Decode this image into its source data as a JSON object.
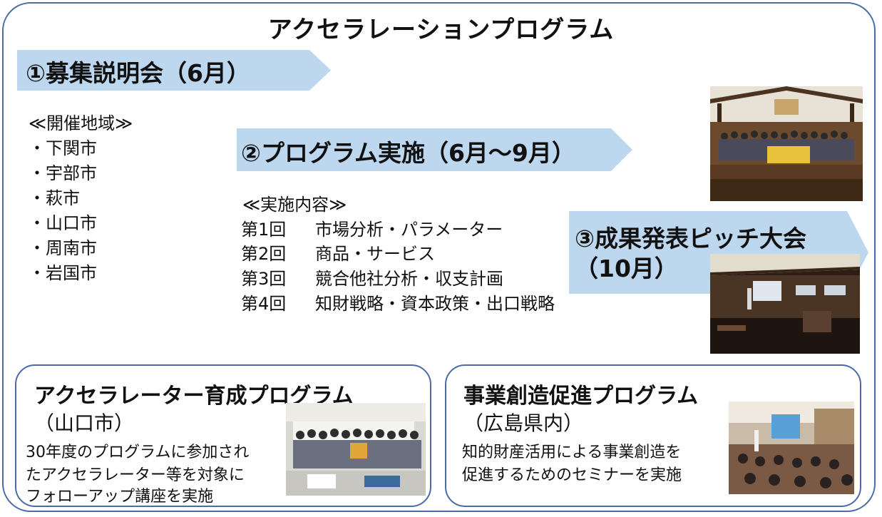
{
  "title": "アクセラレーションプログラム",
  "step1": {
    "label": "①募集説明会（6月）"
  },
  "regions": {
    "heading": "≪開催地域≫",
    "items": [
      "・下関市",
      "・宇部市",
      "・萩市",
      "・山口市",
      "・周南市",
      "・岩国市"
    ]
  },
  "step2": {
    "label": "②プログラム実施（6月～9月）"
  },
  "contents": {
    "heading": "≪実施内容≫",
    "items": [
      {
        "no": "第1回",
        "text": "市場分析・パラメーター"
      },
      {
        "no": "第2回",
        "text": "商品・サービス"
      },
      {
        "no": "第3回",
        "text": "競合他社分析・収支計画"
      },
      {
        "no": "第4回",
        "text": "知財戦略・資本政策・出口戦略"
      }
    ]
  },
  "step3": {
    "label_line1": "③成果発表ピッチ大会",
    "label_line2": "（10月）"
  },
  "box1": {
    "title": "アクセラレーター育成プログラム",
    "sub": "（山口市）",
    "body": [
      "30年度のプログラムに参加され",
      "たアクセラレーター等を対象に",
      "フォローアップ講座を実施"
    ]
  },
  "box2": {
    "title": "事業創造促進プログラム",
    "sub": "（広島県内）",
    "body": [
      "知的財産活用による事業創造を",
      "促進するためのセミナーを実施"
    ]
  },
  "colors": {
    "arrow_fill": "#bdd7ee",
    "frame_border": "#4a6aa8"
  }
}
